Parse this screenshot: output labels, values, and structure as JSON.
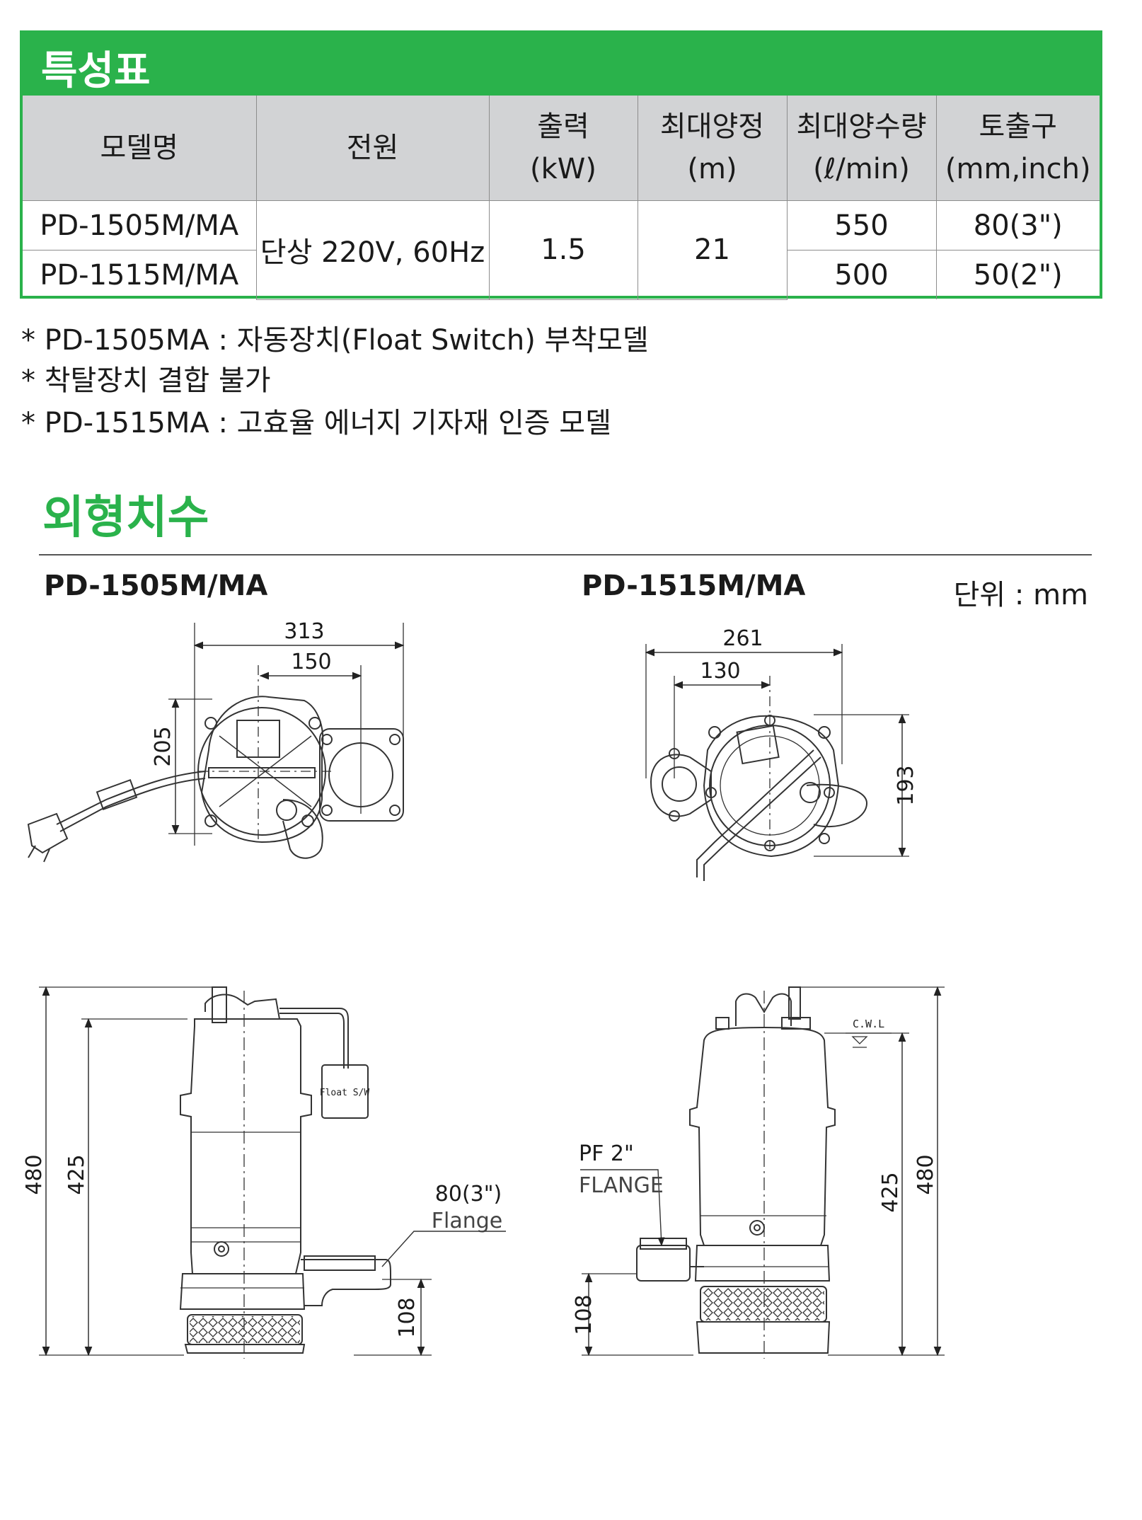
{
  "spec_table": {
    "title": "특성표",
    "headers": [
      {
        "line1": "모델명",
        "line2": ""
      },
      {
        "line1": "전원",
        "line2": ""
      },
      {
        "line1": "출력",
        "line2": "(kW)"
      },
      {
        "line1": "최대양정",
        "line2": "(m)"
      },
      {
        "line1": "최대양수량",
        "line2": "(ℓ/min)"
      },
      {
        "line1": "토출구",
        "line2": "(mm,inch)"
      }
    ],
    "rows": [
      {
        "model": "PD-1505M/MA",
        "flow": "550",
        "outlet": "80(3\")"
      },
      {
        "model": "PD-1515M/MA",
        "flow": "500",
        "outlet": "50(2\")"
      }
    ],
    "shared": {
      "power": "단상 220V, 60Hz",
      "output": "1.5",
      "head": "21"
    }
  },
  "notes": [
    "* PD-1505MA : 자동장치(Float Switch) 부착모델",
    "* 착탈장치 결합 불가",
    "* PD-1515MA : 고효율 에너지 기자재 인증 모델"
  ],
  "dimensions": {
    "title": "외형치수",
    "unit_label": "단위 : mm",
    "left_model": "PD-1505M/MA",
    "right_model": "PD-1515M/MA",
    "left_top": {
      "overall": "313",
      "center": "150",
      "depth": "205"
    },
    "right_top": {
      "overall": "261",
      "center": "130",
      "depth": "193"
    },
    "left_side": {
      "height": "480",
      "inner_height": "425",
      "outlet_height": "108",
      "float_label": "Float S/W",
      "outlet_size": "80(3\")",
      "outlet_type": "Flange"
    },
    "right_side": {
      "height": "480",
      "inner_height": "425",
      "outlet_height": "108",
      "cwl_label": "C.W.L",
      "outlet_size": "PF 2\"",
      "outlet_type": "FLANGE"
    }
  },
  "colors": {
    "accent": "#2ab24b",
    "header_bg": "#d2d3d5",
    "line": "#333333"
  }
}
